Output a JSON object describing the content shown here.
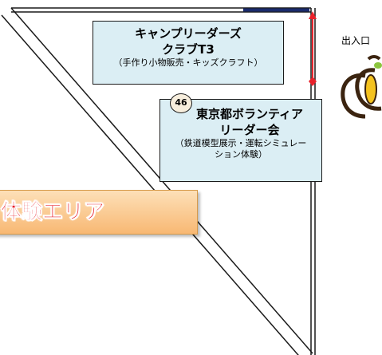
{
  "booths": [
    {
      "number": "",
      "name_line1": "キャンプリーダーズ",
      "name_line2": "クラブT3",
      "description": "（手作り小物販売・キッズクラフト）"
    },
    {
      "number": "46",
      "name_line1": "東京都ボランティア",
      "name_line2": "リーダー会",
      "description_line1": "（鉄道模型展示・運転シミュレー",
      "description_line2": "ション体験）"
    }
  ],
  "zone_label": "体験エリア",
  "entrance_label": "出入口",
  "colors": {
    "booth_fill": "#dbeef4",
    "badge_fill": "#f7eedd",
    "zone_fill_top": "#fde0b8",
    "zone_fill_bottom": "#f8b873",
    "zone_text": "#e8222b",
    "marker": "#e8222b",
    "edge_accent": "#1a2a6c"
  }
}
